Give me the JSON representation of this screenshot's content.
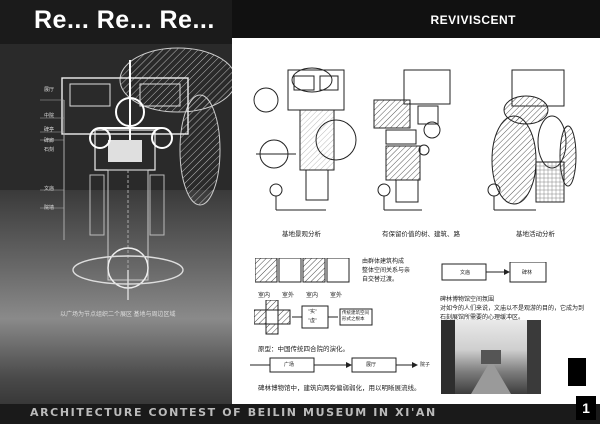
{
  "header": {
    "title": "Re...  Re...  Re...",
    "brand": "REVIVISCENT"
  },
  "left_panel": {
    "labels": [
      "展厅",
      "中院",
      "碑亭",
      "碑廊",
      "石刻",
      "文庙",
      "院墙"
    ],
    "caption": "以广场为节点组织二个展区    基地与周边区域"
  },
  "diagrams": {
    "captions": [
      "基地景观分析",
      "有保留价值的树、建筑、路",
      "基地活动分析"
    ]
  },
  "space_diagrams": {
    "strip_labels": [
      "室内",
      "室外",
      "室内",
      "室外"
    ],
    "gradient_text": [
      "由群体建筑构成",
      "整体空间关系与亲",
      "自交替过渡。"
    ],
    "courtyard_labels": [
      "\"实\"",
      "\"虚\""
    ],
    "prototype_label": "传统建筑空间\n形式之根本",
    "prototype_caption": "原型：中国传统四合院的演化。",
    "flow_boxes": [
      "广场",
      "展厅"
    ],
    "flow_end": "院子",
    "flow_caption": "碑林博物馆中，建筑向两旁偏弱弱化，用以明晰展流线。",
    "atmo_boxes": [
      "文庙",
      "碑林"
    ],
    "atmo_text": [
      "碑林博物馆空间氛围",
      "对如今的人们来说，文庙以不是观游的目的，它成为到",
      "石刻展馆所需要的心理缓冲区。"
    ]
  },
  "footer": {
    "band_text": "ARCHITECTURE CONTEST OF BEILIN MUSEUM IN XI'AN",
    "page_number": "1"
  }
}
